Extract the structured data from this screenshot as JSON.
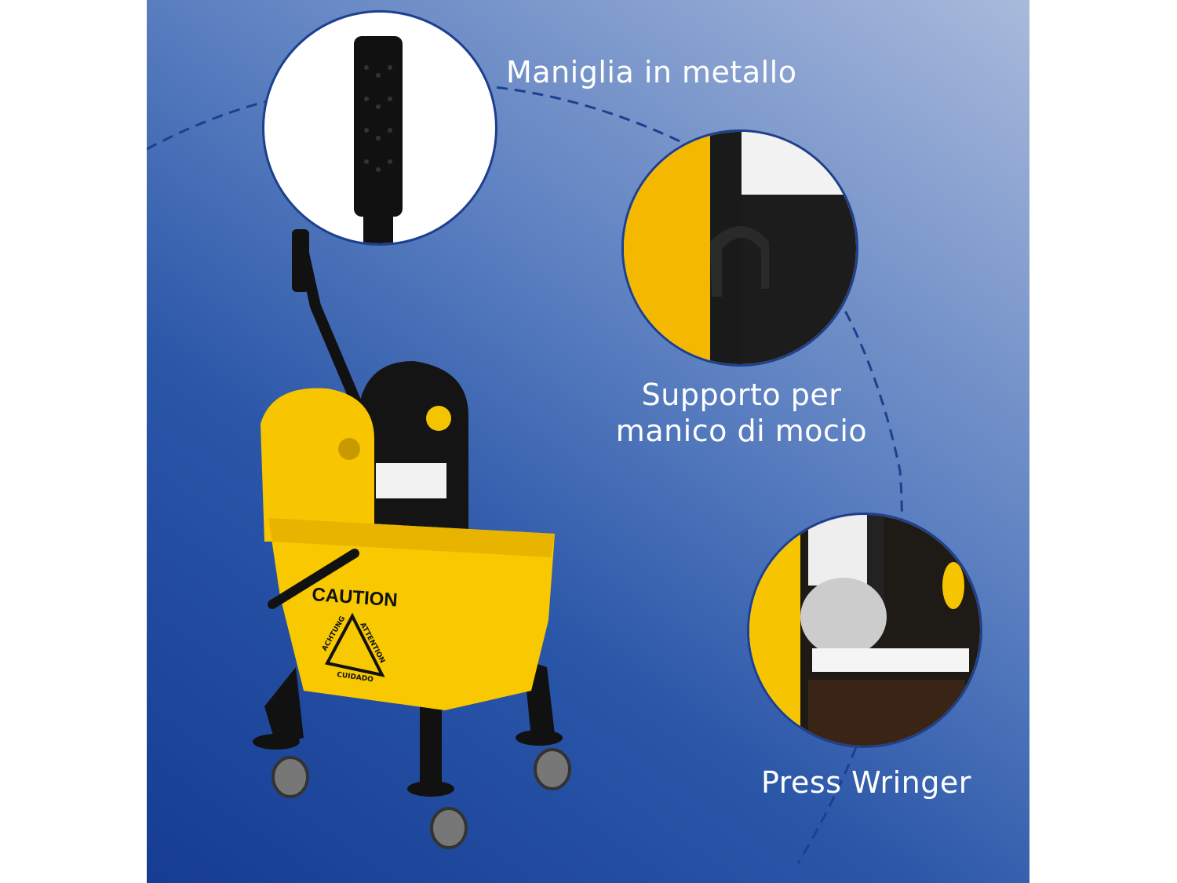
{
  "callouts": {
    "handle": "Maniglia in metallo",
    "mop_holder_line1": "Supporto per",
    "mop_holder_line2": "manico di mocio",
    "wringer": "Press Wringer"
  },
  "bucket_sign": {
    "caution": "CAUTION",
    "achtung": "ACHTUNG",
    "attention": "ATTENTION",
    "cuidado": "CUIDADO"
  },
  "colors": {
    "bucket_yellow": "#f8c800",
    "background_blue": "#2a56a8",
    "outline": "#1d3f8f"
  }
}
